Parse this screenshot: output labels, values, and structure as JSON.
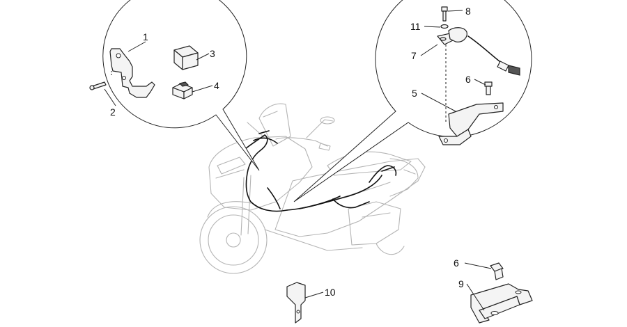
{
  "callouts": {
    "c1": "1",
    "c2": "2",
    "c3": "3",
    "c4": "4",
    "c5": "5",
    "c6a": "6",
    "c7": "7",
    "c8": "8",
    "c11": "11",
    "c6b": "6",
    "c9": "9",
    "c10": "10"
  }
}
